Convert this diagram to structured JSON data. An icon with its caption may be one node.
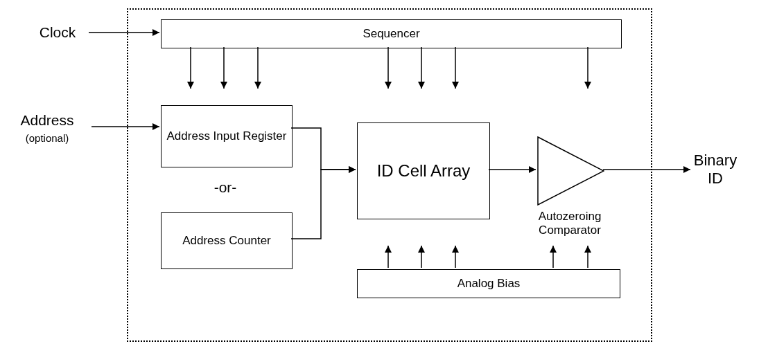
{
  "diagram": {
    "nodes": [
      {
        "text": [],
        "shape": "box"
      },
      {
        "text": [
          "Clock"
        ]
      },
      {
        "text": [
          "Sequencer"
        ],
        "in": 0
      },
      {
        "text": [
          "Address",
          "(optional)"
        ]
      },
      {
        "text": [
          "Address Input Register"
        ],
        "in": 0
      },
      {
        "text": [
          "Address Counter"
        ],
        "in": 0
      },
      {
        "text": [
          "ID Cell Array"
        ],
        "in": 0
      },
      {
        "text": [],
        "shape": "triangle",
        "in": 0,
        "beside": [
          "Autozeroing Comparator"
        ]
      },
      {
        "text": [
          "Binary ID"
        ]
      },
      {
        "text": [
          "Analog Bias"
        ],
        "in": 0
      }
    ],
    "edges": [
      {
        "from": 1,
        "to": 2,
        "arrow": "to"
      },
      {
        "from": 3,
        "to": 4,
        "arrow": "to"
      },
      {
        "from": 4,
        "to": 6,
        "arrow": "to"
      },
      {
        "from": 5,
        "to": 6,
        "arrow": "to"
      },
      {
        "from": 6,
        "to": 7,
        "arrow": "to"
      },
      {
        "from": 7,
        "to": 8,
        "arrow": "to"
      },
      {
        "from": 2,
        "to": 4,
        "arrow": "to"
      },
      {
        "from": 2,
        "to": 4,
        "arrow": "to"
      },
      {
        "from": 2,
        "to": 4,
        "arrow": "to"
      },
      {
        "from": 2,
        "to": 6,
        "arrow": "to"
      },
      {
        "from": 2,
        "to": 6,
        "arrow": "to"
      },
      {
        "from": 2,
        "to": 6,
        "arrow": "to"
      },
      {
        "from": 2,
        "to": null,
        "arrow": "to"
      },
      {
        "from": 9,
        "to": null,
        "arrow": "to"
      },
      {
        "from": 9,
        "to": null,
        "arrow": "to"
      },
      {
        "from": 9,
        "to": null,
        "arrow": "to"
      },
      {
        "from": 9,
        "to": 7,
        "arrow": "to"
      },
      {
        "from": 9,
        "to": 7,
        "arrow": "to"
      }
    ],
    "labels": [
      "-or-"
    ]
  }
}
